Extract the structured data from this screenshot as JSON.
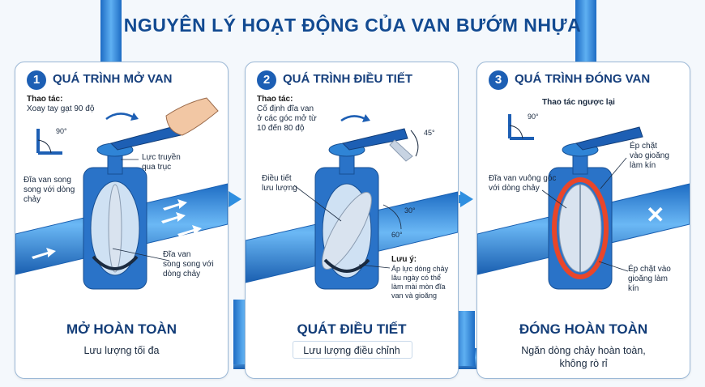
{
  "title": "NGUYÊN LÝ HOẠT ĐỘNG CỦA VAN BƯỚM NHỰA",
  "panels": [
    {
      "number": "1",
      "heading": "QUÁ TRÌNH MỞ VAN",
      "op_label": "Thao tác:",
      "op_text": [
        "Xoay tay gạt 90 độ"
      ],
      "angle": "90°",
      "callout_force": [
        "Lực truyền",
        "qua trục"
      ],
      "callout_left": [
        "Đĩa van song",
        "song với dòng",
        "chảy"
      ],
      "callout_right": [
        "Đĩa van",
        "song song với",
        "dòng chảy"
      ],
      "state": "MỞ HOÀN TOÀN",
      "flow": "Lưu lượng tối đa"
    },
    {
      "number": "2",
      "heading": "QUÁ TRÌNH ĐIỀU TIẾT",
      "op_label": "Thao tác:",
      "op_text": [
        "Cố định đĩa van",
        "ở các góc mở từ",
        "10 đến 80 độ"
      ],
      "angle_handle": "45°",
      "callout_left": [
        "Điều tiết",
        "lưu lượng"
      ],
      "angle_a": "30°",
      "angle_b": "60°",
      "warn_label": "Lưu ý:",
      "warn_text": [
        "Áp lực dòng chảy",
        "lâu ngày có thể",
        "làm mài mòn đĩa",
        "van và gioăng"
      ],
      "state": "QUÁT ĐIỀU TIẾT",
      "flow": "Lưu lượng điều chỉnh"
    },
    {
      "number": "3",
      "heading": "QUÁ TRÌNH ĐÓNG VAN",
      "op_text": [
        "Thao tác ngược lại"
      ],
      "angle": "90°",
      "callout_top_right": [
        "Ép chặt",
        "vào gioăng",
        "làm kín"
      ],
      "callout_left": [
        "Đĩa van vuông góc",
        "với dòng chảy"
      ],
      "callout_bottom_right": [
        "Ép chặt vào",
        "gioăng làm",
        "kín"
      ],
      "state": "ĐÓNG HOÀN TOÀN",
      "flow": [
        "Ngăn dòng chảy hoàn toàn,",
        "không rò rỉ"
      ]
    }
  ],
  "icons": [
    "rotate-arrow-icon",
    "hand-icon",
    "angle-icon",
    "flow-arrow-icon",
    "blocked-x-icon",
    "next-arrow-icon"
  ],
  "colors": {
    "pipe": "#2f8fe0",
    "pipe_dark": "#1a64b8",
    "valve_body": "#2a73c8",
    "disc": "#d9e3ef",
    "seal": "#e8462a",
    "title": "#124a91"
  }
}
